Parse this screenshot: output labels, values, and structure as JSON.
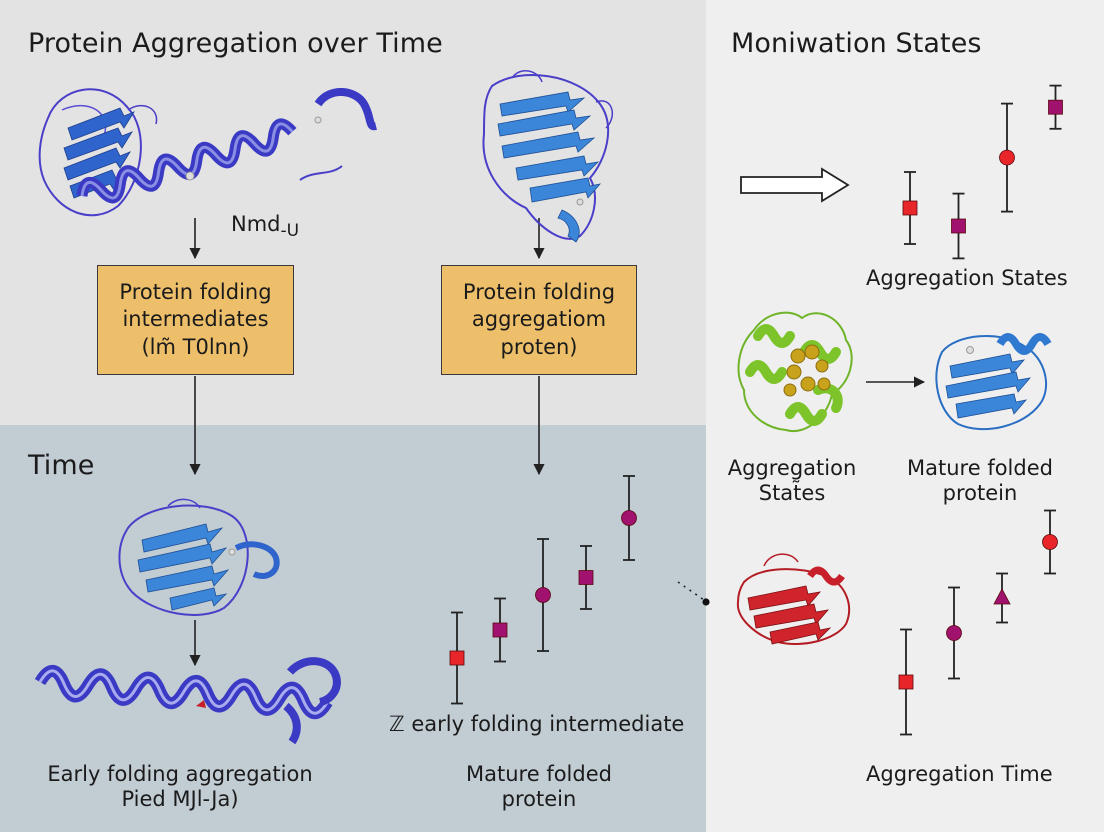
{
  "labels": {
    "title_left": "Protein Aggregation over Time",
    "title_right": "Moniwation States",
    "time_label": "Time",
    "nmd_label": "Nmd",
    "nmd_sub": "-U",
    "box1": [
      "Protein folding",
      "intermediates",
      "(lm̃ T0lnn)"
    ],
    "box2": [
      "Protein folding",
      "aggregatiom",
      "proten)"
    ],
    "caption_bl": [
      "Early folding aggregation",
      "Pied MJl-Ja)"
    ],
    "caption_bm": [
      "Mature folded",
      "protein"
    ],
    "caption_early": "ℤ early folding intermediate",
    "caption_r1": "Aggregation States",
    "caption_r2": [
      "Aggregation",
      "Stat̃es"
    ],
    "caption_r3": [
      "Mature folded",
      "protein"
    ],
    "caption_r4": "Aggregation Time"
  },
  "colors": {
    "panel_top_left": "#e3e3e3",
    "panel_bottom_left": "#c2ccd3",
    "panel_right": "#efefef",
    "box_fill": "#eebf6a",
    "protein_blue": "#2f64cc",
    "protein_violet": "#4a3fc8",
    "ligand_gold": "#c9a21c",
    "protein_green": "#7cc42a",
    "protein_red": "#c8202a",
    "marker_red": "#e8262a",
    "marker_magenta": "#a0126e"
  },
  "chart_data": [
    {
      "type": "scatter",
      "note": "error-bar plot, top right",
      "points": [
        {
          "x": 1,
          "y": 2.0,
          "err": 1.0,
          "marker": "square",
          "color": "#e8262a"
        },
        {
          "x": 2,
          "y": 1.5,
          "err": 0.9,
          "marker": "square",
          "color": "#a0126e"
        },
        {
          "x": 3,
          "y": 3.4,
          "err": 1.5,
          "marker": "circle",
          "color": "#e8262a"
        },
        {
          "x": 4,
          "y": 4.8,
          "err": 0.6,
          "marker": "square",
          "color": "#a0126e"
        }
      ]
    },
    {
      "type": "scatter",
      "note": "error-bar plot, bottom middle",
      "points": [
        {
          "x": 1,
          "y": 1.8,
          "err": 1.3,
          "marker": "square",
          "color": "#e8262a"
        },
        {
          "x": 2,
          "y": 2.6,
          "err": 0.9,
          "marker": "square",
          "color": "#a0126e"
        },
        {
          "x": 3,
          "y": 3.6,
          "err": 1.6,
          "marker": "circle",
          "color": "#a0126e"
        },
        {
          "x": 4,
          "y": 4.1,
          "err": 0.9,
          "marker": "square",
          "color": "#a0126e"
        },
        {
          "x": 5,
          "y": 5.8,
          "err": 1.2,
          "marker": "circle",
          "color": "#a0126e"
        }
      ]
    },
    {
      "type": "scatter",
      "note": "error-bar plot, bottom right",
      "points": [
        {
          "x": 1,
          "y": 1.6,
          "err": 1.5,
          "marker": "square",
          "color": "#e8262a"
        },
        {
          "x": 2,
          "y": 3.0,
          "err": 1.3,
          "marker": "circle",
          "color": "#a0126e"
        },
        {
          "x": 3,
          "y": 4.0,
          "err": 0.7,
          "marker": "triangle",
          "color": "#a0126e"
        },
        {
          "x": 4,
          "y": 5.6,
          "err": 0.9,
          "marker": "circle",
          "color": "#e8262a"
        }
      ]
    }
  ]
}
